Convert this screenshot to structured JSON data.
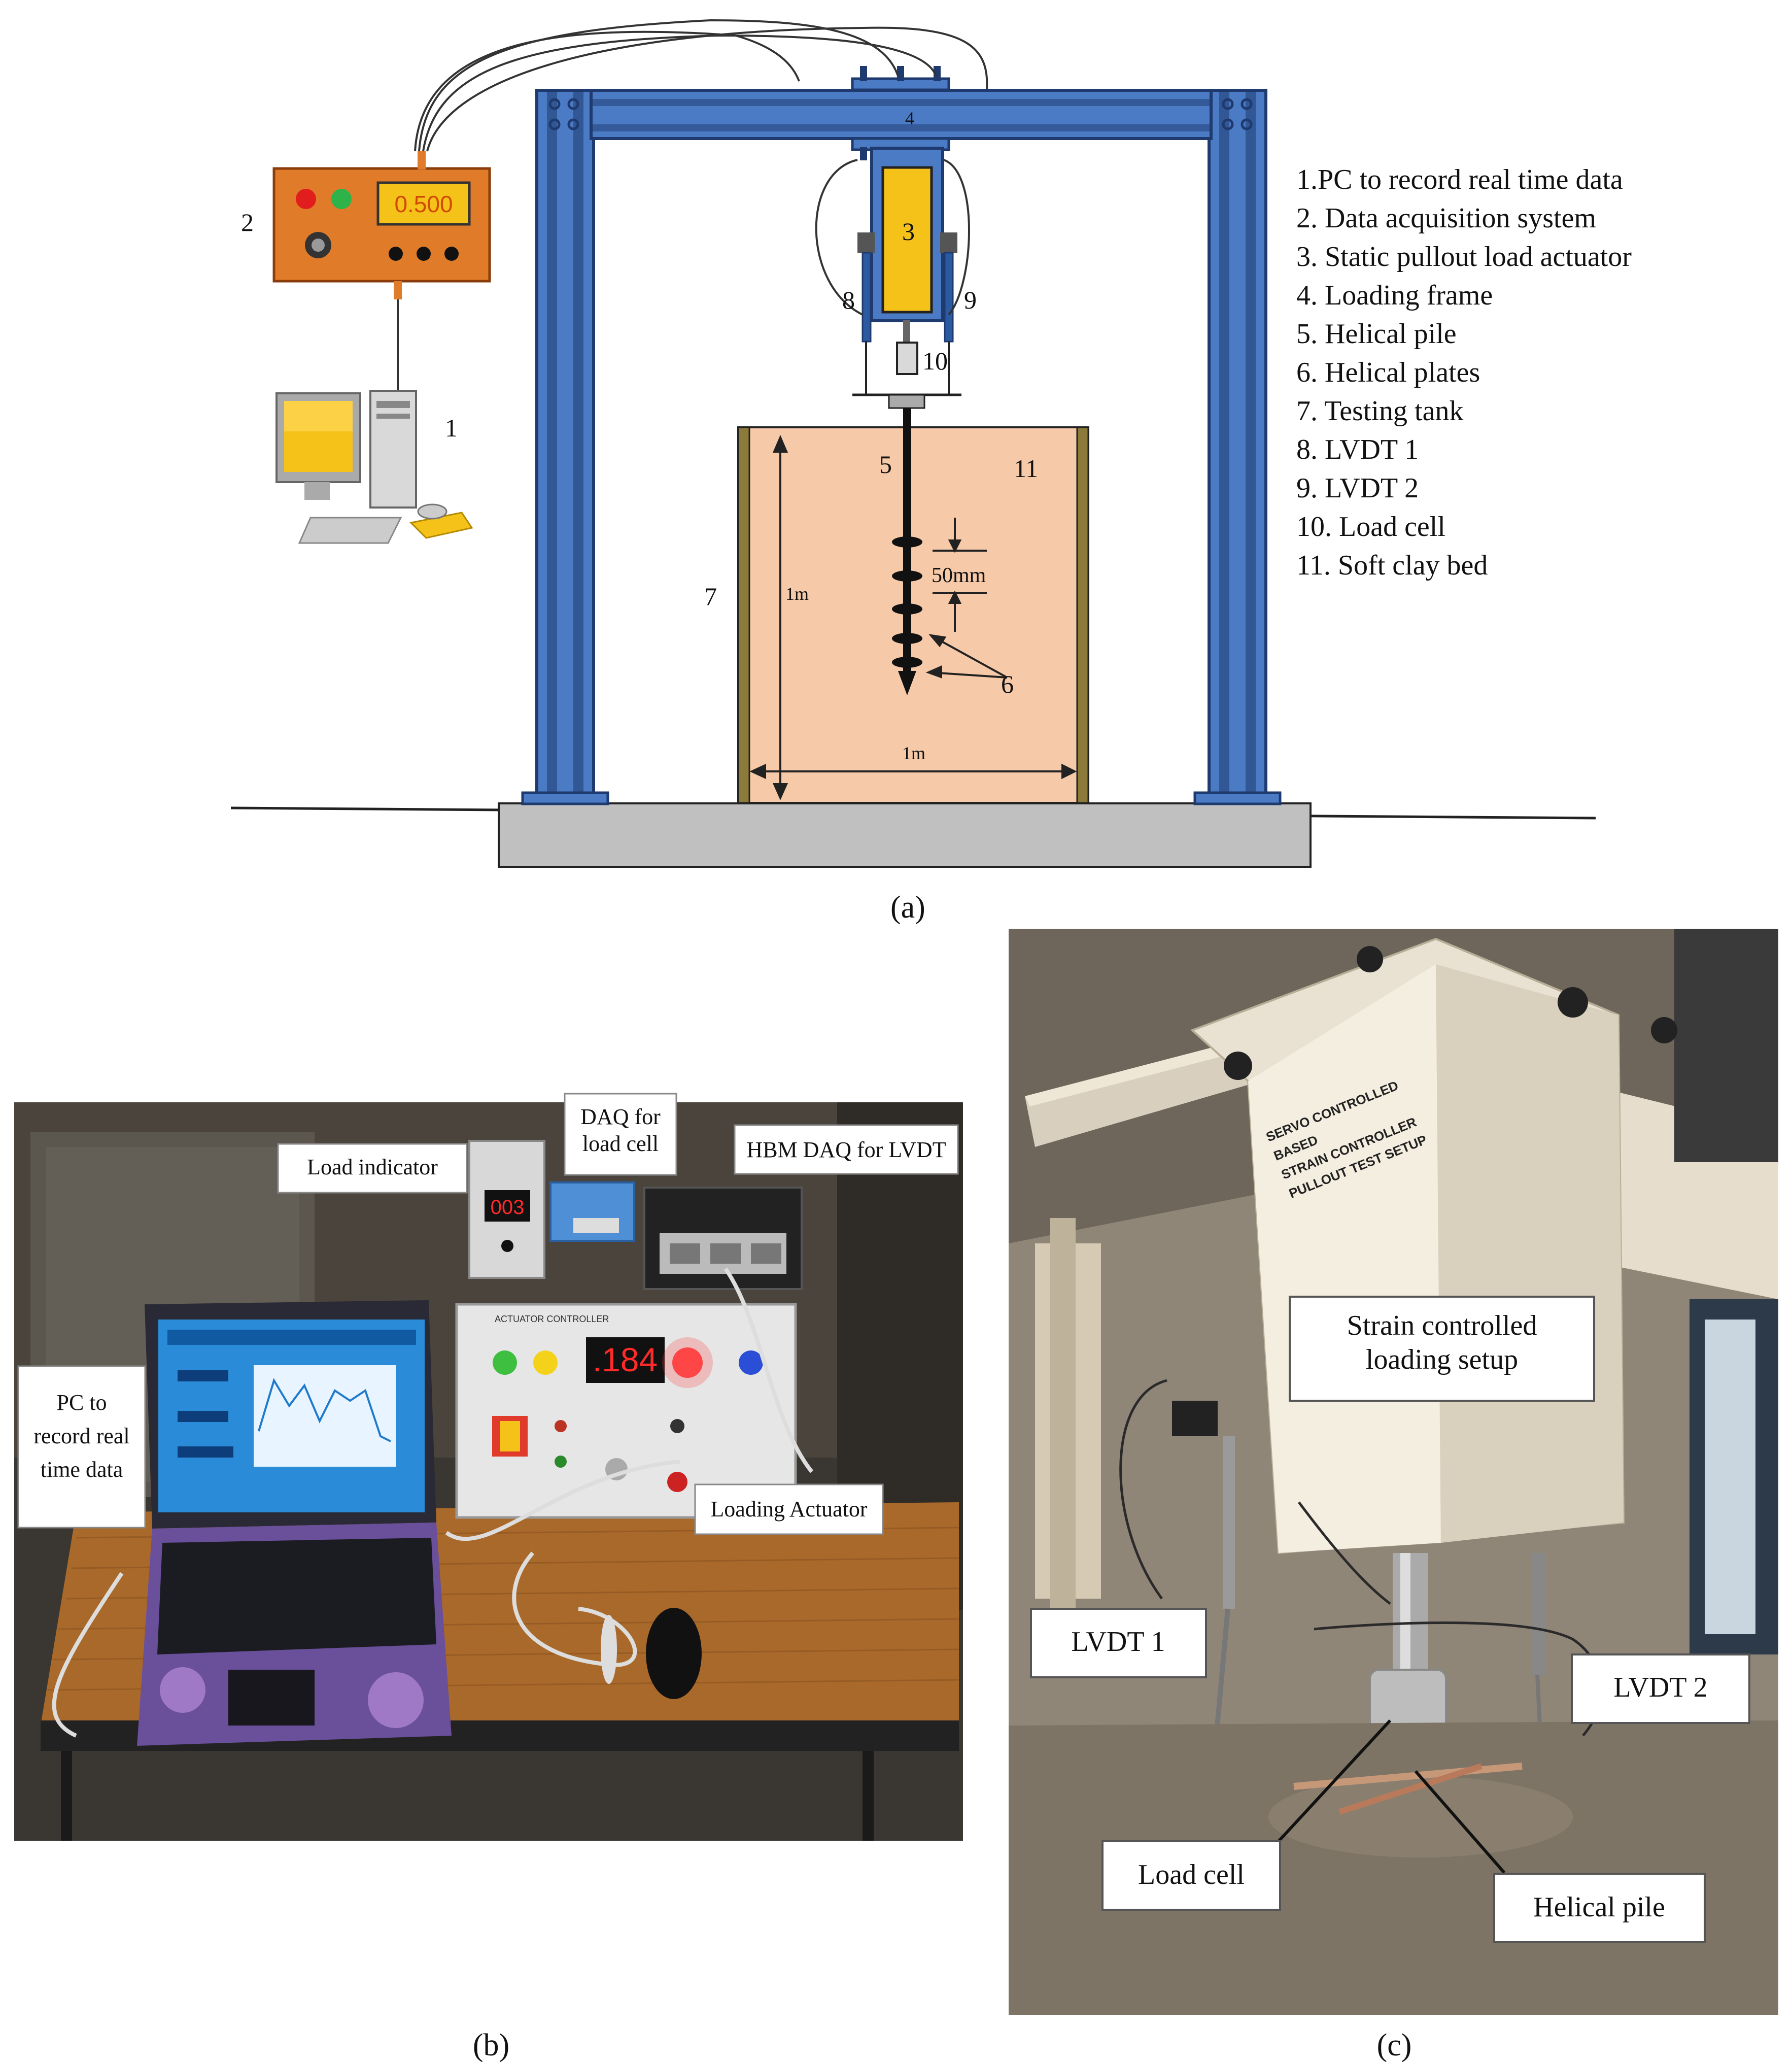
{
  "panel_a": {
    "caption": "(a)",
    "num_1": "1",
    "num_2": "2",
    "num_3": "3",
    "num_4": "4",
    "num_5": "5",
    "num_6": "6",
    "num_7": "7",
    "num_8": "8",
    "num_9": "9",
    "num_10": "10",
    "num_11": "11",
    "daq_readout": "0.500",
    "dim_spacing": "50mm",
    "dim_height": "1m",
    "dim_width": "1m",
    "legend": [
      "1.PC to record real time data",
      "2. Data acquisition system",
      "3. Static pullout load actuator",
      "4. Loading frame",
      "5. Helical pile",
      "6. Helical plates",
      "7. Testing tank",
      "8. LVDT 1",
      "9. LVDT 2",
      "10. Load cell",
      "11. Soft clay bed"
    ],
    "colors": {
      "frame": "#4a7bc4",
      "frame_dark": "#1e3a6e",
      "daq_box": "#e07b2a",
      "actuator": "#f5c21a",
      "clay": "#f6c9a8",
      "tank_wall": "#8b7a3a",
      "base": "#c0c0c0"
    }
  },
  "panel_b": {
    "caption": "(b)",
    "label_pc": "PC to record real time data",
    "label_load_indicator": "Load indicator",
    "label_daq_load_cell": "DAQ for load cell",
    "label_hbm_daq": "HBM DAQ for LVDT",
    "label_loading_actuator": "Loading Actuator",
    "indicator_value": "003",
    "controller_value": ".184",
    "controller_title": "ACTUATOR CONTROLLER"
  },
  "panel_c": {
    "caption": "(c)",
    "label_strain": "Strain controlled loading setup",
    "label_lvdt1": "LVDT 1",
    "label_lvdt2": "LVDT 2",
    "label_load_cell": "Load cell",
    "label_helical_pile": "Helical pile",
    "box_text": "SERVO CONTROLLED BASED STRAIN CONTROLLER PULLOUT TEST SETUP"
  }
}
